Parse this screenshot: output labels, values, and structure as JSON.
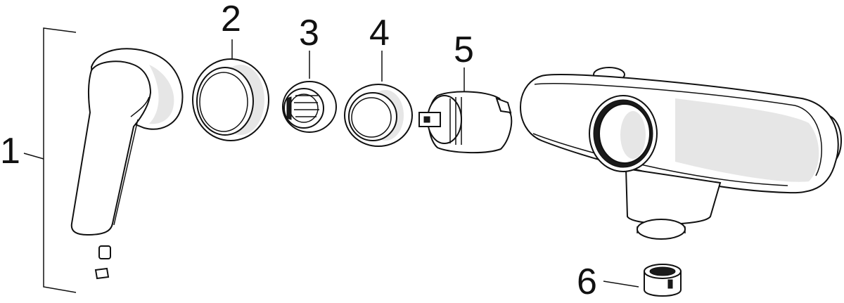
{
  "diagram": {
    "callouts": [
      "1",
      "2",
      "3",
      "4",
      "5",
      "6"
    ],
    "colors": {
      "ink": "#111111",
      "shade": "#e6e6e6",
      "background": "#ffffff"
    }
  }
}
